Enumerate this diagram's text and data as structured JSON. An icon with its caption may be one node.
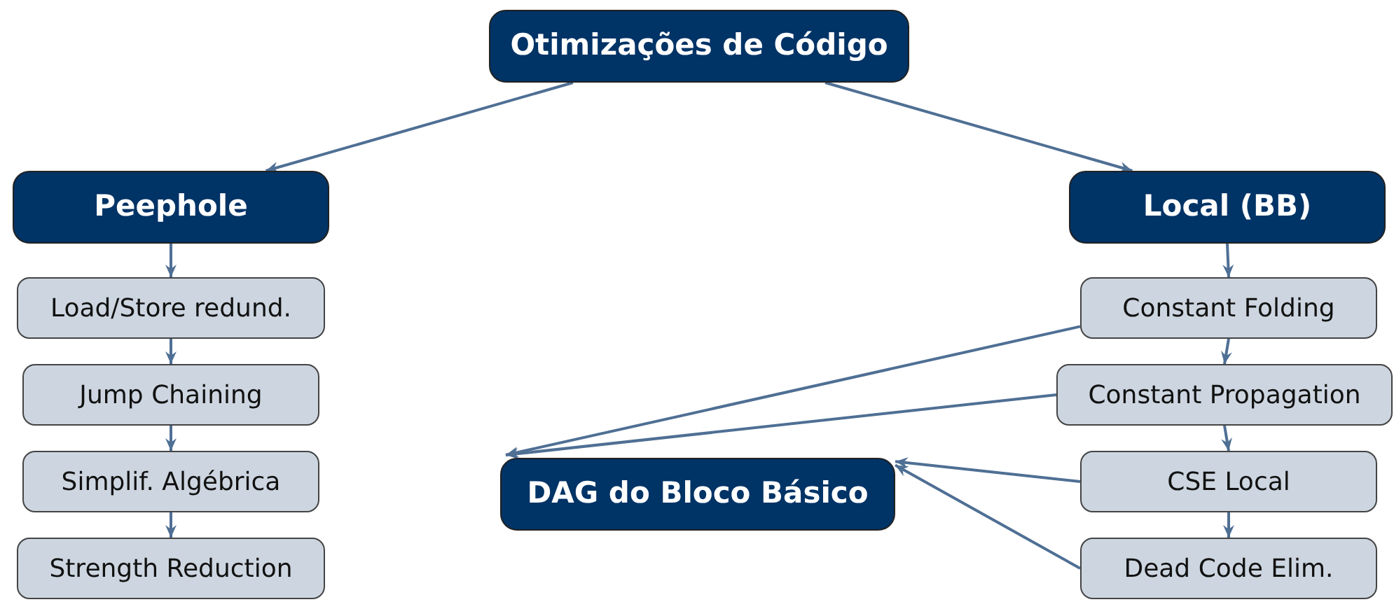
{
  "diagram": {
    "nodes": [
      {
        "text": [
          "Otimizações de Código"
        ]
      },
      {
        "text": [
          "Peephole"
        ]
      },
      {
        "text": [
          "Local (BB)"
        ]
      },
      {
        "text": [
          "Load/Store redund."
        ]
      },
      {
        "text": [
          "Jump Chaining"
        ]
      },
      {
        "text": [
          "Simplif. Algébrica"
        ]
      },
      {
        "text": [
          "Strength Reduction"
        ]
      },
      {
        "text": [
          "Constant Folding"
        ]
      },
      {
        "text": [
          "Constant Propagation"
        ]
      },
      {
        "text": [
          "DAG do Bloco Básico"
        ]
      },
      {
        "text": [
          "CSE Local"
        ]
      },
      {
        "text": [
          "Dead Code Elim."
        ]
      }
    ],
    "edges": [
      {
        "from": 0,
        "to": 1,
        "arrow": "to"
      },
      {
        "from": 0,
        "to": 2,
        "arrow": "to"
      },
      {
        "from": 1,
        "to": 3,
        "arrow": "to"
      },
      {
        "from": 3,
        "to": 4,
        "arrow": "to"
      },
      {
        "from": 4,
        "to": 5,
        "arrow": "to"
      },
      {
        "from": 5,
        "to": 6,
        "arrow": "to"
      },
      {
        "from": 2,
        "to": 7,
        "arrow": "to"
      },
      {
        "from": 7,
        "to": 8,
        "arrow": "to"
      },
      {
        "from": 8,
        "to": 10,
        "arrow": "to"
      },
      {
        "from": 10,
        "to": 11,
        "arrow": "to"
      },
      {
        "from": 7,
        "to": 9,
        "arrow": "to"
      },
      {
        "from": 8,
        "to": 9,
        "arrow": "to"
      },
      {
        "from": 10,
        "to": 9,
        "arrow": "to"
      },
      {
        "from": 11,
        "to": 9,
        "arrow": "to"
      }
    ]
  }
}
